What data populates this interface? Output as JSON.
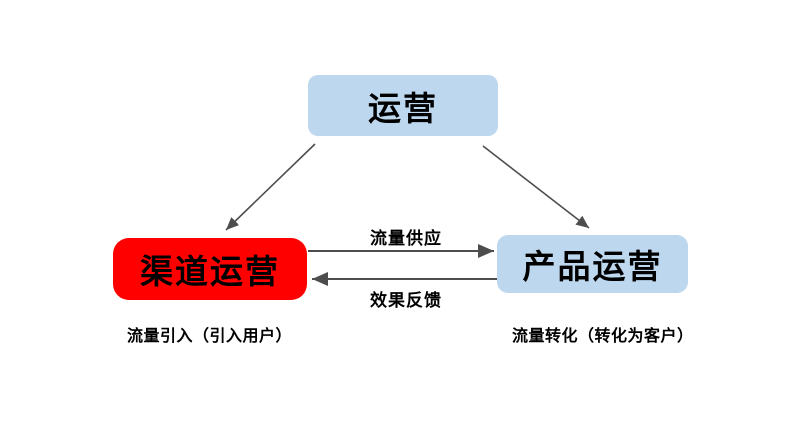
{
  "diagram": {
    "nodes": {
      "top": {
        "label": "运营"
      },
      "left": {
        "label": "渠道运营"
      },
      "right": {
        "label": "产品运营"
      }
    },
    "edge_labels": {
      "supply": "流量供应",
      "feedback": "效果反馈"
    },
    "captions": {
      "left": "流量引入（引入用户）",
      "right": "流量转化（转化为客户）"
    },
    "colors": {
      "node_blue": "#BDD7EE",
      "node_red": "#FF0000",
      "arrow": "#4D4D4D",
      "text": "#000000"
    }
  }
}
